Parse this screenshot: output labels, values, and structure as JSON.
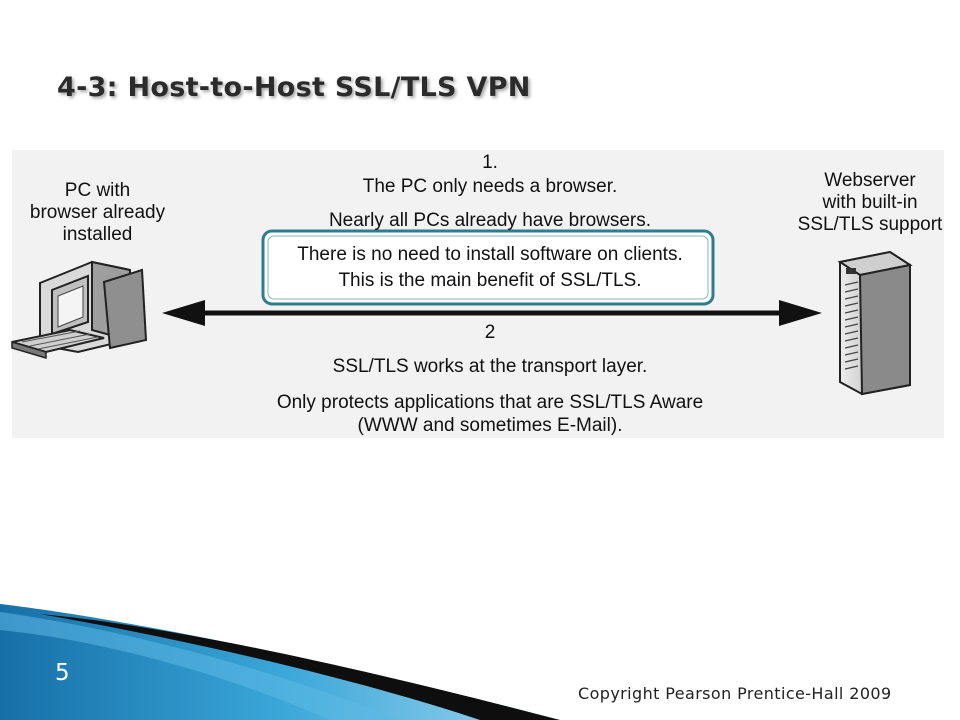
{
  "slide": {
    "title": "4-3: Host-to-Host SSL/TLS VPN",
    "page_number": "5",
    "copyright": "Copyright Pearson Prentice-Hall 2009"
  },
  "diagram": {
    "pc_label": [
      "PC with",
      "browser already",
      "installed"
    ],
    "server_label": [
      "Webserver",
      "with built-in",
      "SSL/TLS support"
    ],
    "point1": {
      "number": "1.",
      "line1": "The PC only needs a browser.",
      "line2": "Nearly all PCs already have browsers.",
      "box_line1": "There is no need to install software on clients.",
      "box_line2": "This is the main benefit of SSL/TLS."
    },
    "point2": {
      "number": "2",
      "line1": "SSL/TLS works at the transport layer.",
      "line2": "Only protects applications that are  SSL/TLS Aware",
      "line3": "(WWW and sometimes E-Mail)."
    },
    "colors": {
      "highlight_box": "#2e7d8c",
      "footer_blue": "#1f88c0"
    }
  }
}
